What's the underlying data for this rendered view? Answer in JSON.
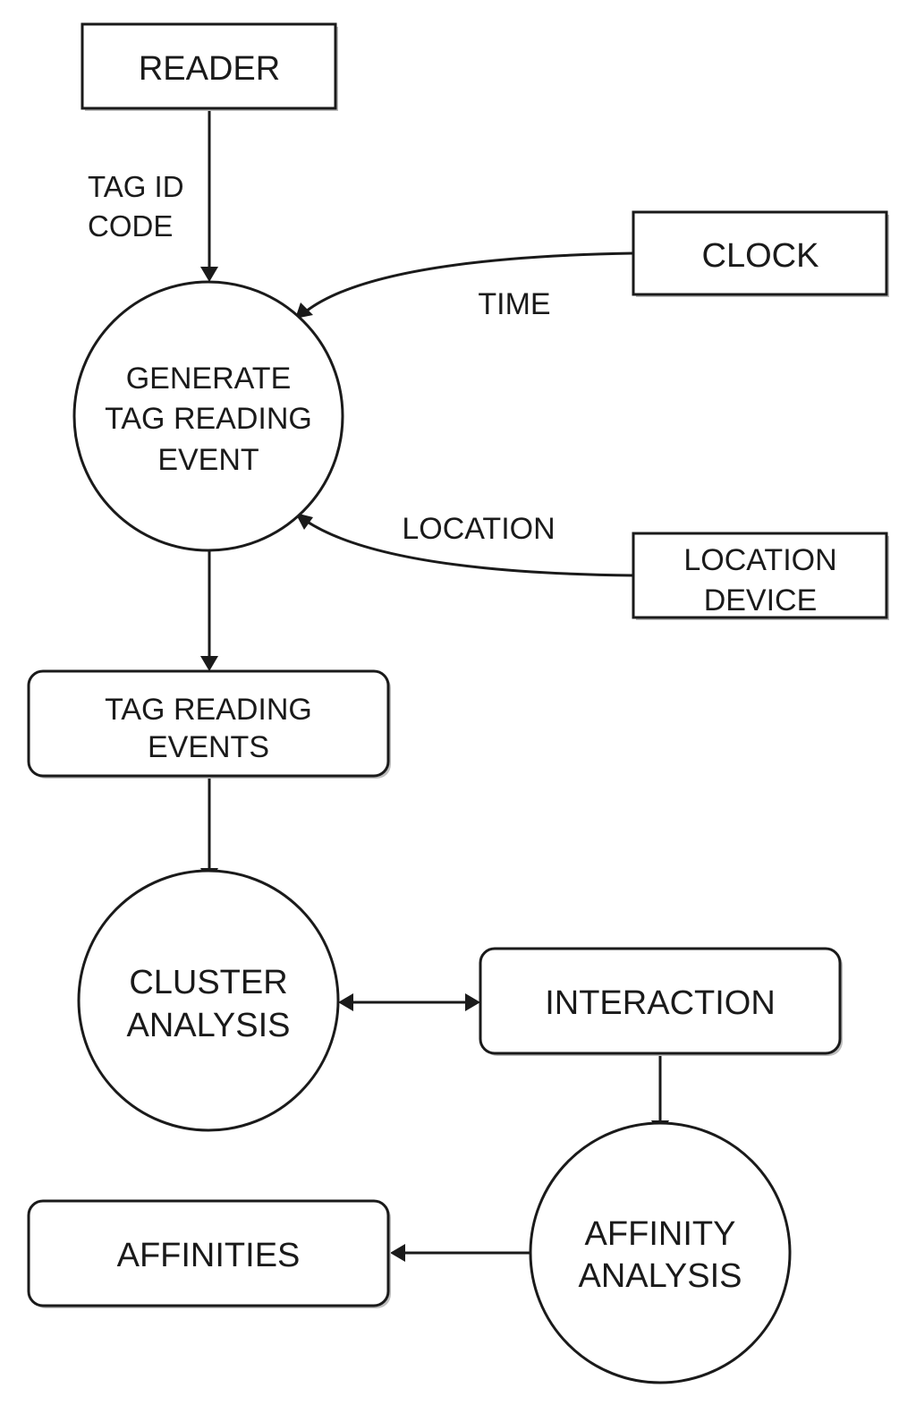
{
  "nodes": {
    "reader": {
      "label": "READER"
    },
    "clock": {
      "label": "CLOCK"
    },
    "location_device": {
      "line1": "LOCATION",
      "line2": "DEVICE"
    },
    "generate_event": {
      "line1": "GENERATE",
      "line2": "TAG READING",
      "line3": "EVENT"
    },
    "tag_reading_events": {
      "line1": "TAG READING",
      "line2": "EVENTS"
    },
    "cluster_analysis": {
      "line1": "CLUSTER",
      "line2": "ANALYSIS"
    },
    "interaction": {
      "label": "INTERACTION"
    },
    "affinity_analysis": {
      "line1": "AFFINITY",
      "line2": "ANALYSIS"
    },
    "affinities": {
      "label": "AFFINITIES"
    }
  },
  "edges": {
    "tag_id_code": {
      "line1": "TAG ID",
      "line2": "CODE"
    },
    "time": {
      "label": "TIME"
    },
    "location": {
      "label": "LOCATION"
    }
  },
  "colors": {
    "stroke": "#1a1a1a",
    "shadow": "#bdbdbd",
    "background": "#ffffff"
  }
}
